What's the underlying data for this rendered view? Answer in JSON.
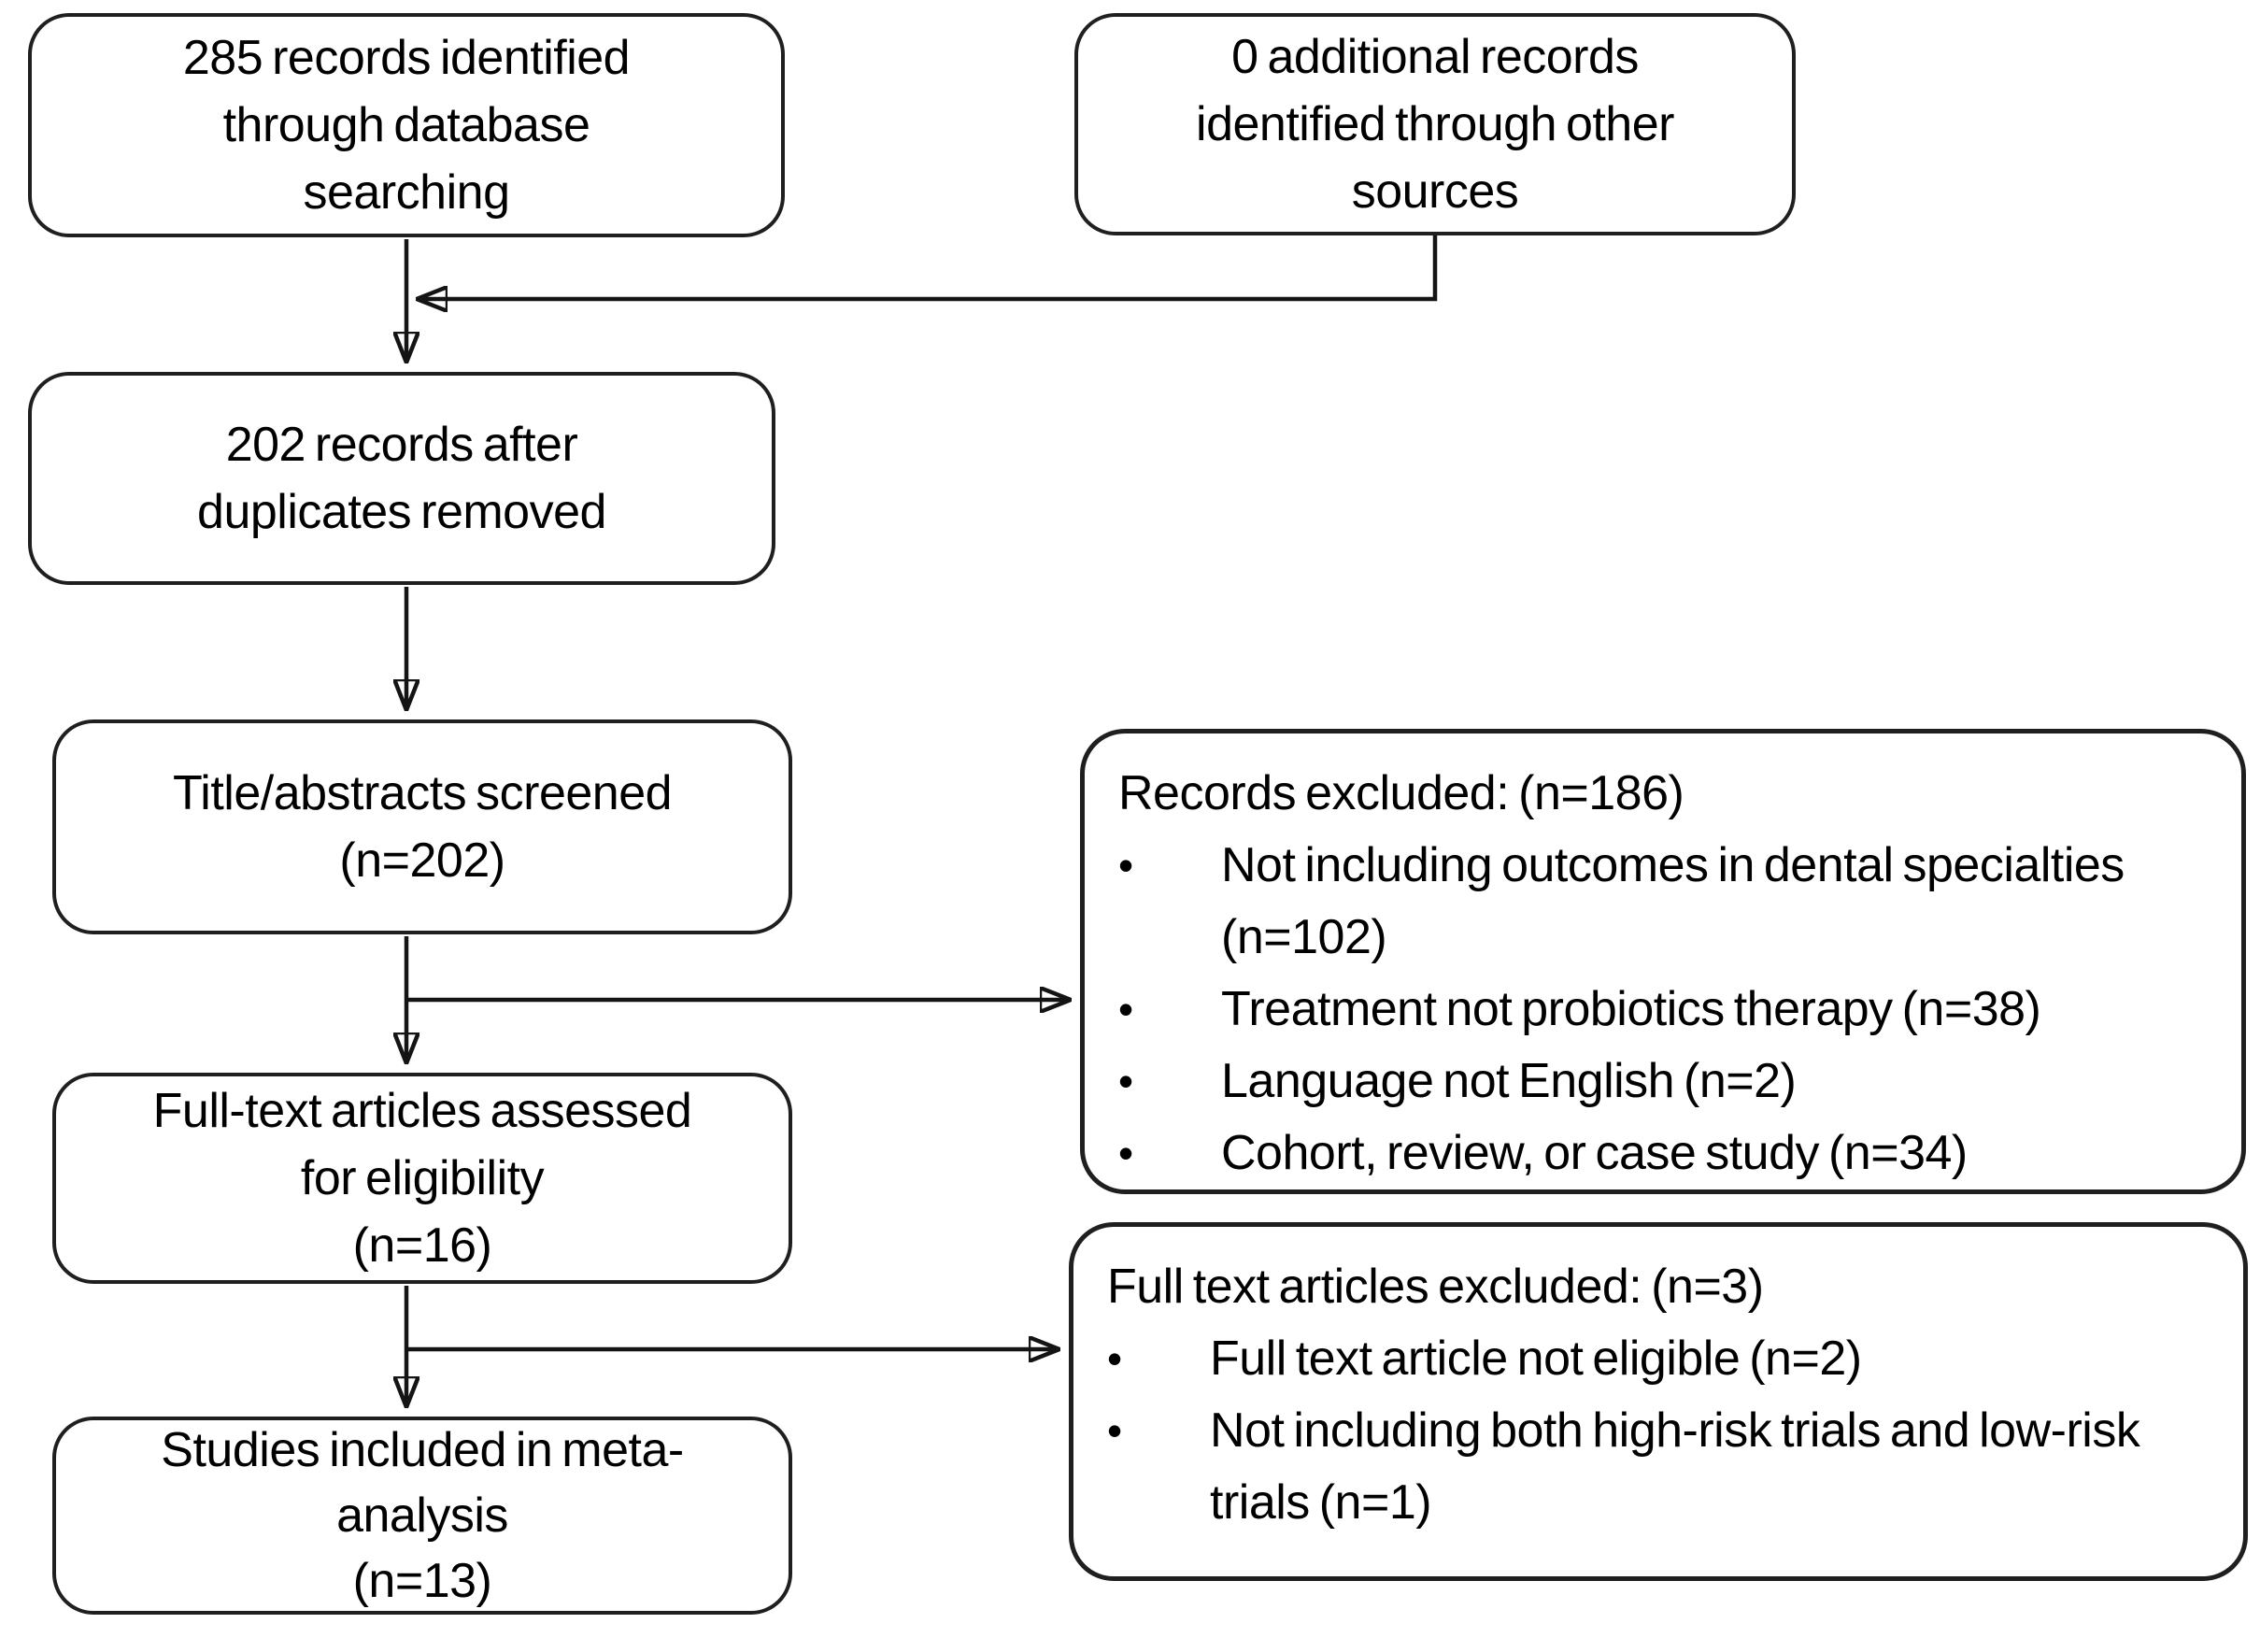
{
  "flowchart": {
    "bullet_glyph": "•",
    "colors": {
      "border": "#1f1f1f",
      "line": "#141414",
      "text": "#000000",
      "background": "#ffffff"
    },
    "boxes": {
      "identified": {
        "lines": [
          "285 records identified",
          "through database",
          "searching"
        ]
      },
      "additional": {
        "lines": [
          "0 additional records",
          "identified through other",
          "sources"
        ]
      },
      "deduplicated": {
        "lines": [
          "202 records after",
          "duplicates removed"
        ]
      },
      "screened": {
        "lines": [
          "Title/abstracts screened",
          "(n=202)"
        ]
      },
      "fulltext_assessed": {
        "lines": [
          "Full-text articles assessed",
          "for eligibility",
          "(n=16)"
        ]
      },
      "included": {
        "lines": [
          "Studies included in meta-",
          "analysis",
          "(n=13)"
        ]
      },
      "records_excluded": {
        "title": "Records excluded: (n=186)",
        "items": [
          "Not including outcomes in dental specialties (n=102)",
          "Treatment not probiotics therapy (n=38)",
          "Language not English (n=2)",
          "Cohort, review, or case study (n=34)"
        ]
      },
      "fulltext_excluded": {
        "title": "Full text articles excluded: (n=3)",
        "items": [
          "Full text article not eligible (n=2)",
          "Not including both high-risk trials and low-risk trials (n=1)"
        ]
      }
    }
  }
}
